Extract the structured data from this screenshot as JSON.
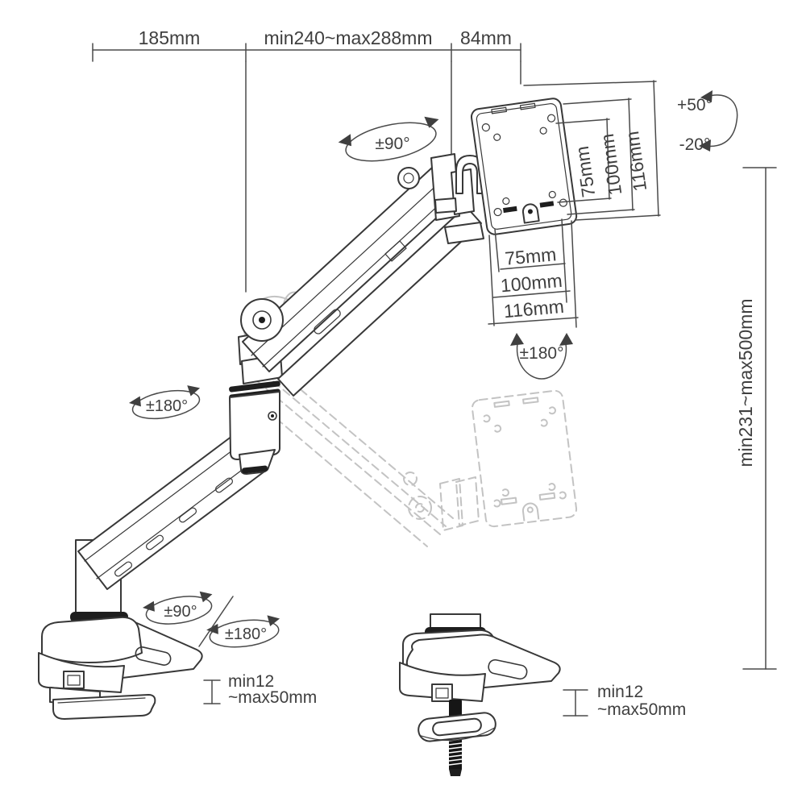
{
  "figure": {
    "subject": "desk-mount monitor arm specification diagram",
    "views": [
      "full arm side view",
      "desk clamp bolt detail"
    ]
  },
  "colors": {
    "line": "#383838",
    "dimension": "#4a4a4a",
    "ghost": "#c3c3c3",
    "screw": "#161616",
    "background": "#ffffff"
  },
  "dimensions": {
    "top": {
      "left": "185mm",
      "middle": "min240~max288mm",
      "right": "84mm"
    },
    "height_range": "min231~max500mm",
    "vesa_side": {
      "inner": "75mm",
      "middle": "100mm",
      "outer": "116mm"
    },
    "vesa_bottom": {
      "inner": "75mm",
      "middle": "100mm",
      "outer": "116mm"
    },
    "clamp_left": {
      "line1": "min12",
      "line2": "~max50mm"
    },
    "clamp_right": {
      "line1": "min12",
      "line2": "~max50mm"
    }
  },
  "angles": {
    "tilt_up": "+50°",
    "tilt_down": "-20°",
    "head_swivel": "±90°",
    "plate_rotation": "±180°",
    "elbow_rotation": "±180°",
    "base_swivel": "±90°",
    "base_rotation": "±180°"
  }
}
